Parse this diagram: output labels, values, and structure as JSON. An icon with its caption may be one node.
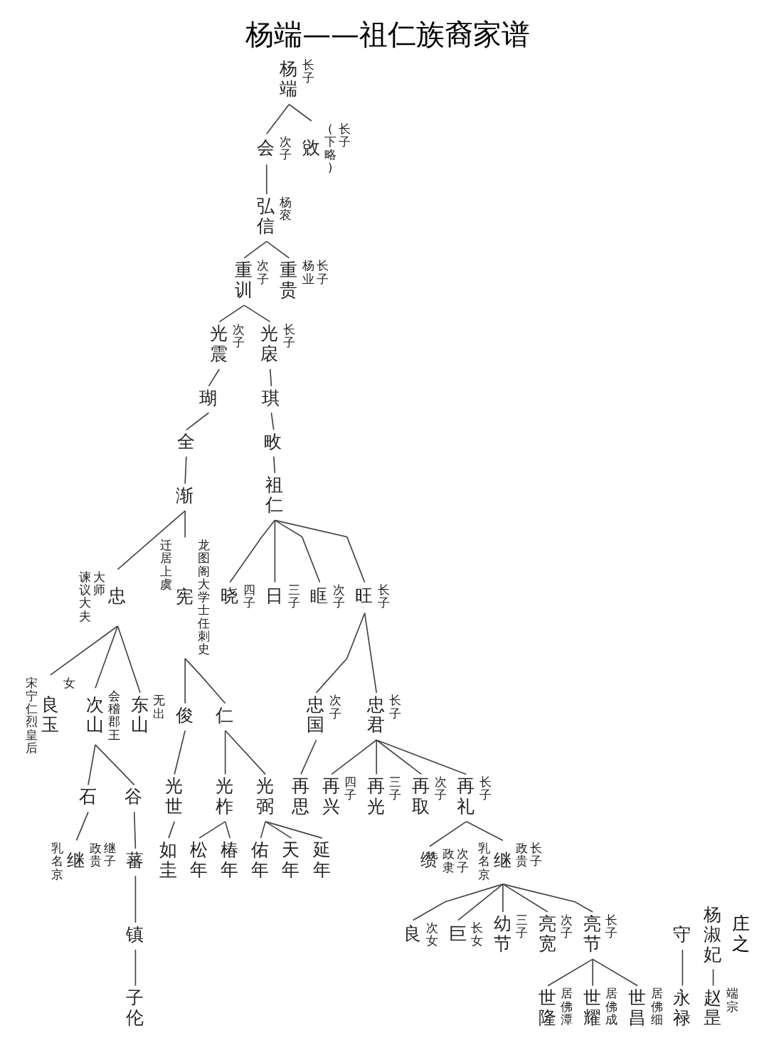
{
  "diagram": {
    "title": "杨端——祖仁族裔家谱",
    "nodes": [
      {
        "text": [
          "杨端"
        ],
        "beside": [
          "长子"
        ]
      },
      {
        "text": [
          "会"
        ],
        "beside": [
          "次子"
        ]
      },
      {
        "text": [
          "敓"
        ],
        "beside": [
          "长子",
          "(下略)"
        ]
      },
      {
        "text": [
          "弘信"
        ],
        "beside": [
          "杨衮"
        ]
      },
      {
        "text": [
          "重训"
        ],
        "beside": [
          "次子"
        ]
      },
      {
        "text": [
          "重贵"
        ],
        "beside": [
          "长子",
          "杨业"
        ]
      },
      {
        "text": [
          "光震"
        ],
        "beside": [
          "次子"
        ]
      },
      {
        "text": [
          "光扆"
        ],
        "beside": [
          "长子"
        ]
      },
      {
        "text": [
          "瑚"
        ]
      },
      {
        "text": [
          "琪"
        ]
      },
      {
        "text": [
          "全"
        ]
      },
      {
        "text": [
          "畋"
        ]
      },
      {
        "text": [
          "祖仁"
        ]
      },
      {
        "text": [
          "渐"
        ]
      },
      {
        "text": [
          "忠"
        ],
        "beside": [
          "大师",
          "谏议大夫"
        ]
      },
      {
        "text": [
          "宪"
        ],
        "beside": [
          "迁居上虞",
          "龙图阁大学士任刺史"
        ]
      },
      {
        "text": [
          "晓"
        ],
        "beside": [
          "四子"
        ]
      },
      {
        "text": [
          "日"
        ],
        "beside": [
          "三子"
        ]
      },
      {
        "text": [
          "眶"
        ],
        "beside": [
          "次子"
        ]
      },
      {
        "text": [
          "旺"
        ],
        "beside": [
          "长子"
        ]
      },
      {
        "text": [
          "良玉"
        ],
        "beside": [
          "女",
          "宋宁仁烈皇后"
        ]
      },
      {
        "text": [
          "次山"
        ],
        "beside": [
          "会稽郡王"
        ]
      },
      {
        "text": [
          "东山"
        ],
        "beside": [
          "无出"
        ]
      },
      {
        "text": [
          "俊"
        ]
      },
      {
        "text": [
          "仁"
        ]
      },
      {
        "text": [
          "忠国"
        ],
        "beside": [
          "次子"
        ]
      },
      {
        "text": [
          "忠君"
        ],
        "beside": [
          "长子"
        ]
      },
      {
        "text": [
          "再思"
        ]
      },
      {
        "text": [
          "再兴"
        ],
        "beside": [
          "四子"
        ]
      },
      {
        "text": [
          "再光"
        ],
        "beside": [
          "三子"
        ]
      },
      {
        "text": [
          "再取"
        ],
        "beside": [
          "次子"
        ]
      },
      {
        "text": [
          "再礼"
        ],
        "beside": [
          "长子"
        ]
      },
      {
        "text": [
          "石"
        ]
      },
      {
        "text": [
          "谷"
        ]
      },
      {
        "text": [
          "光世"
        ]
      },
      {
        "text": [
          "光柞"
        ]
      },
      {
        "text": [
          "光弼"
        ]
      },
      {
        "text": [
          "缵"
        ],
        "beside": [
          "次子",
          "政隶"
        ]
      },
      {
        "text": [
          "继"
        ],
        "beside": [
          "长子",
          "政贵",
          "乳名京"
        ]
      },
      {
        "text": [
          "继"
        ],
        "beside": [
          "继子",
          "乳名京",
          "政贵"
        ]
      },
      {
        "text": [
          "蕃"
        ]
      },
      {
        "text": [
          "如圭"
        ]
      },
      {
        "text": [
          "松年"
        ]
      },
      {
        "text": [
          "椿年"
        ]
      },
      {
        "text": [
          "佑年"
        ]
      },
      {
        "text": [
          "天年"
        ]
      },
      {
        "text": [
          "延年"
        ]
      },
      {
        "text": [
          "守"
        ]
      },
      {
        "text": [
          "杨淑妃"
        ]
      },
      {
        "text": [
          "良"
        ],
        "beside": [
          "次女"
        ]
      },
      {
        "text": [
          "巨"
        ],
        "beside": [
          "长女"
        ]
      },
      {
        "text": [
          "幼节"
        ],
        "beside": [
          "三子"
        ]
      },
      {
        "text": [
          "亮宽"
        ],
        "beside": [
          "次子"
        ]
      },
      {
        "text": [
          "亮节"
        ],
        "beside": [
          "长子"
        ]
      },
      {
        "text": [
          "镇"
        ]
      },
      {
        "text": [
          "永禄"
        ]
      },
      {
        "text": [
          "赵昰"
        ],
        "beside": [
          "端宗"
        ]
      },
      {
        "text": [
          "世隆"
        ],
        "beside": [
          "居佛潭"
        ]
      },
      {
        "text": [
          "世耀"
        ],
        "beside": [
          "居佛成"
        ]
      },
      {
        "text": [
          "世昌"
        ],
        "beside": [
          "居佛细"
        ]
      },
      {
        "text": [
          "子伦"
        ]
      }
    ],
    "edges": [
      {
        "from": 0,
        "to": 1,
        "arrow": "none"
      },
      {
        "from": 0,
        "to": 2,
        "arrow": "none"
      },
      {
        "from": 1,
        "to": 3,
        "arrow": "none"
      },
      {
        "from": 3,
        "to": 4,
        "arrow": "none"
      },
      {
        "from": 3,
        "to": 5,
        "arrow": "none"
      },
      {
        "from": 4,
        "to": 6,
        "arrow": "none"
      },
      {
        "from": 4,
        "to": 7,
        "arrow": "none"
      },
      {
        "from": 6,
        "to": 8,
        "arrow": "none"
      },
      {
        "from": 8,
        "to": 10,
        "arrow": "none"
      },
      {
        "from": 10,
        "to": 13,
        "arrow": "none"
      },
      {
        "from": 7,
        "to": 9,
        "arrow": "none"
      },
      {
        "from": 9,
        "to": 11,
        "arrow": "none"
      },
      {
        "from": 11,
        "to": 12,
        "arrow": "none"
      },
      {
        "from": 13,
        "to": 14,
        "arrow": "none"
      },
      {
        "from": 13,
        "to": 15,
        "arrow": "none"
      },
      {
        "from": 12,
        "to": 16,
        "arrow": "none"
      },
      {
        "from": 12,
        "to": 17,
        "arrow": "none"
      },
      {
        "from": 12,
        "to": 18,
        "arrow": "none"
      },
      {
        "from": 12,
        "to": 19,
        "arrow": "none"
      },
      {
        "from": 14,
        "to": 20,
        "arrow": "none"
      },
      {
        "from": 14,
        "to": 21,
        "arrow": "none"
      },
      {
        "from": 14,
        "to": 22,
        "arrow": "none"
      },
      {
        "from": 15,
        "to": 23,
        "arrow": "none"
      },
      {
        "from": 15,
        "to": 24,
        "arrow": "none"
      },
      {
        "from": 19,
        "to": 25,
        "arrow": "none"
      },
      {
        "from": 19,
        "to": 26,
        "arrow": "none"
      },
      {
        "from": 25,
        "to": 27,
        "arrow": "none"
      },
      {
        "from": 26,
        "to": 28,
        "arrow": "none"
      },
      {
        "from": 26,
        "to": 29,
        "arrow": "none"
      },
      {
        "from": 26,
        "to": 30,
        "arrow": "none"
      },
      {
        "from": 26,
        "to": 31,
        "arrow": "none"
      },
      {
        "from": 21,
        "to": 32,
        "arrow": "none"
      },
      {
        "from": 21,
        "to": 33,
        "arrow": "none"
      },
      {
        "from": 23,
        "to": 34,
        "arrow": "none"
      },
      {
        "from": 24,
        "to": 35,
        "arrow": "none"
      },
      {
        "from": 24,
        "to": 36,
        "arrow": "none"
      },
      {
        "from": 31,
        "to": 37,
        "arrow": "none"
      },
      {
        "from": 31,
        "to": 38,
        "arrow": "none"
      },
      {
        "from": 32,
        "to": 39,
        "arrow": "none"
      },
      {
        "from": 33,
        "to": 40,
        "arrow": "none"
      },
      {
        "from": 34,
        "to": 41,
        "arrow": "none"
      },
      {
        "from": 35,
        "to": 42,
        "arrow": "none"
      },
      {
        "from": 35,
        "to": 43,
        "arrow": "none"
      },
      {
        "from": 36,
        "to": 44,
        "arrow": "none"
      },
      {
        "from": 36,
        "to": 45,
        "arrow": "none"
      },
      {
        "from": 36,
        "to": 46,
        "arrow": "none"
      },
      {
        "from": 40,
        "to": 54,
        "arrow": "none"
      },
      {
        "from": 54,
        "to": 60,
        "arrow": "none"
      },
      {
        "from": 38,
        "to": 49,
        "arrow": "none"
      },
      {
        "from": 38,
        "to": 50,
        "arrow": "none"
      },
      {
        "from": 38,
        "to": 51,
        "arrow": "none"
      },
      {
        "from": 38,
        "to": 52,
        "arrow": "none"
      },
      {
        "from": 38,
        "to": 53,
        "arrow": "none"
      },
      {
        "from": 47,
        "to": 55,
        "arrow": "none"
      },
      {
        "from": 48,
        "to": 56,
        "arrow": "none"
      },
      {
        "from": 53,
        "to": 57,
        "arrow": "none"
      },
      {
        "from": 53,
        "to": 58,
        "arrow": "none"
      },
      {
        "from": 53,
        "to": 59,
        "arrow": "none"
      }
    ],
    "labels": [
      "庄之"
    ]
  }
}
